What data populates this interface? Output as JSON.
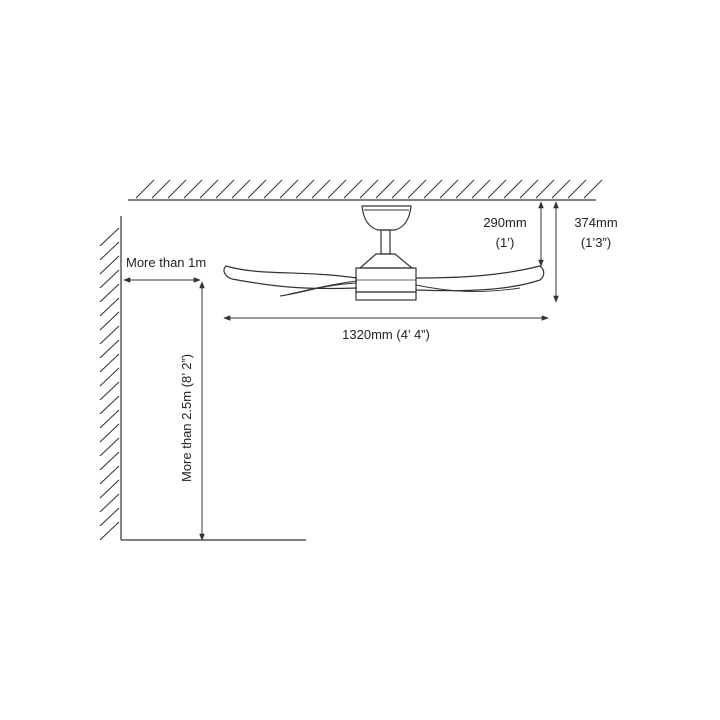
{
  "labels": {
    "wall_clearance": "More than 1m",
    "floor_clearance": "More than 2.5m (8’ 2”)",
    "blade_span": "1320mm  (4’ 4”)",
    "drop_to_blade_mm": "290mm",
    "drop_to_blade_imperial": "(1’)",
    "overall_drop_mm": "374mm",
    "overall_drop_imperial": "(1’3”)"
  },
  "colors": {
    "line": "#333333",
    "text": "#222222",
    "background": "#ffffff"
  }
}
